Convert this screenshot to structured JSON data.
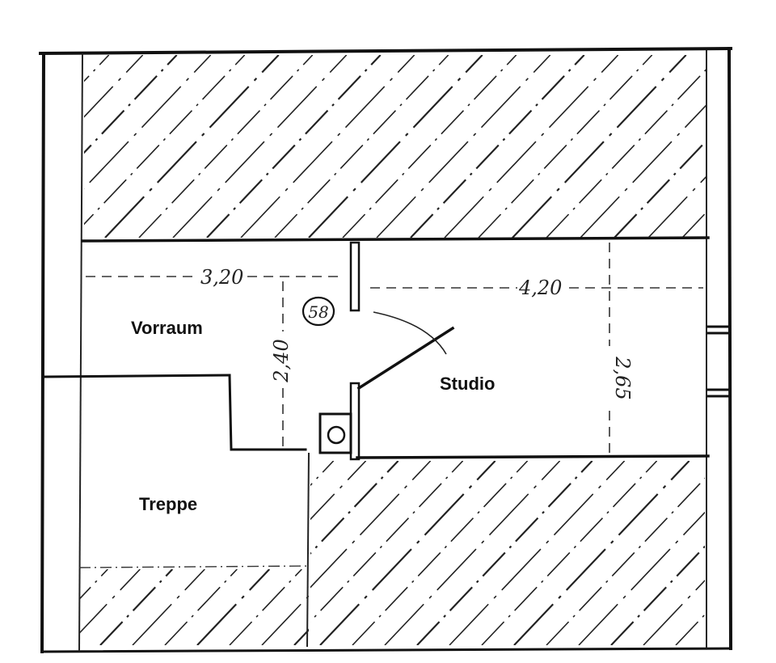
{
  "rooms": {
    "vorraum": "Vorraum",
    "studio": "Studio",
    "treppe": "Treppe"
  },
  "dimensions": {
    "vorraum_width": "3,20",
    "studio_width": "4,20",
    "vorraum_depth": "2,40",
    "studio_depth": "2,65"
  },
  "marker": "58",
  "colors": {
    "ink": "#111111",
    "paper": "#ffffff"
  }
}
